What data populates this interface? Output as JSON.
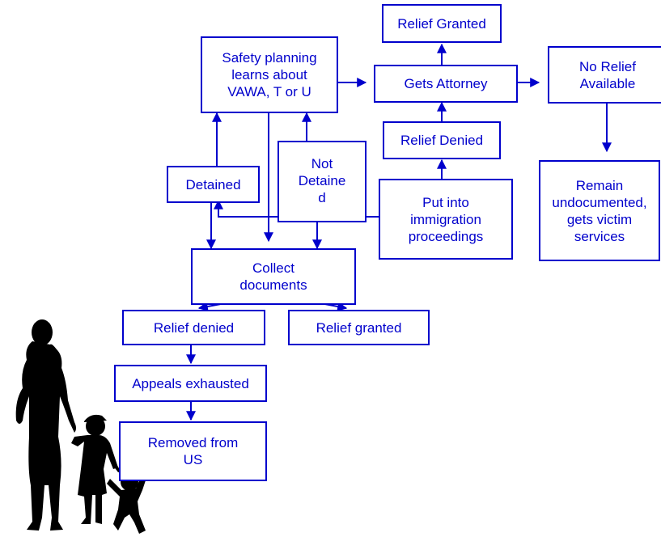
{
  "colors": {
    "stroke": "#0000cc",
    "text": "#0000cc",
    "silhouette": "#000000",
    "background": "#ffffff"
  },
  "nodes": {
    "relief_granted_top": "Relief Granted",
    "safety_planning": "Safety planning\nlearns about\nVAWA, T or U",
    "gets_attorney": "Gets Attorney",
    "no_relief_available": "No Relief\nAvailable",
    "relief_denied_top": "Relief Denied",
    "not_detained": "Not\nDetaine\nd",
    "detained": "Detained",
    "put_into_proceedings": "Put into\nimmigration\nproceedings",
    "remain_undocumented": "Remain\nundocumented,\ngets victim\nservices",
    "collect_documents": "Collect\ndocuments",
    "relief_denied_bottom": "Relief denied",
    "relief_granted_bottom": "Relief granted",
    "appeals_exhausted": "Appeals exhausted",
    "removed_from_us": "Removed from\nUS"
  },
  "illustration": {
    "icon": "mother-and-children-silhouette-icon"
  }
}
